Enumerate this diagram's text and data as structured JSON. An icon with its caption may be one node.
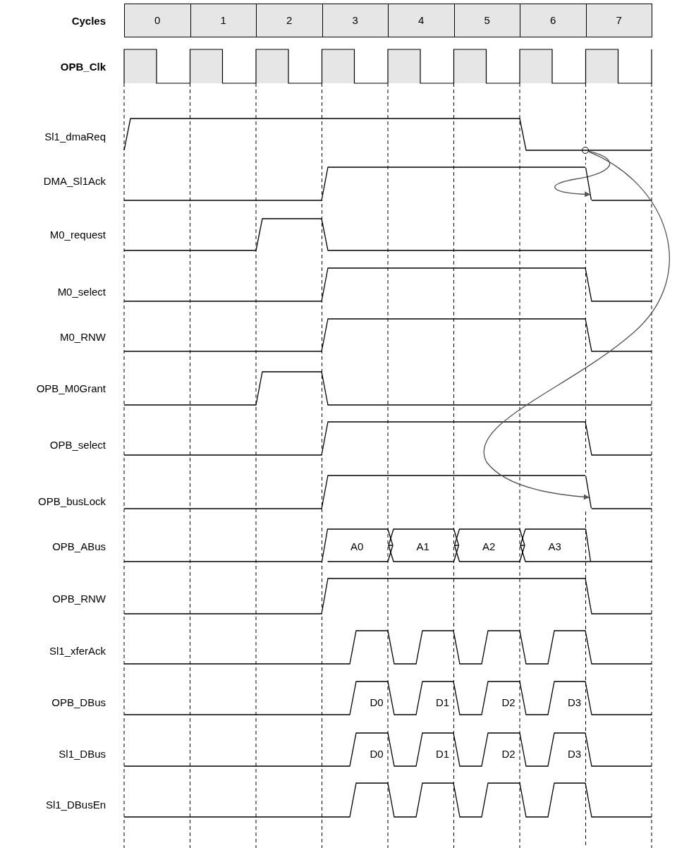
{
  "diagram": {
    "nodes": [
      {
        "text": [],
        "shape": "circle"
      },
      {
        "text": [],
        "shape": "line"
      },
      {
        "text": [],
        "shape": "line"
      }
    ],
    "edges": [
      {
        "from": 0,
        "to": 1,
        "arrow": "to",
        "color": "#555555"
      },
      {
        "from": 0,
        "to": 2,
        "arrow": "to",
        "color": "#555555"
      }
    ],
    "labels": [
      "Cycles",
      "0",
      "1",
      "2",
      "3",
      "4",
      "5",
      "6",
      "7",
      "OPB_Clk",
      "Sl1_dmaReq",
      "DMA_Sl1Ack",
      "M0_request",
      "M0_select",
      "M0_RNW",
      "OPB_M0Grant",
      "OPB_select",
      "OPB_busLock",
      "OPB_ABus",
      "A0",
      "A1",
      "A2",
      "A3",
      "OPB_RNW",
      "Sl1_xferAck",
      "OPB_DBus",
      "D0",
      "D1",
      "D2",
      "D3",
      "Sl1_DBus",
      "D0",
      "D1",
      "D2",
      "D3",
      "Sl1_DBusEn"
    ]
  }
}
